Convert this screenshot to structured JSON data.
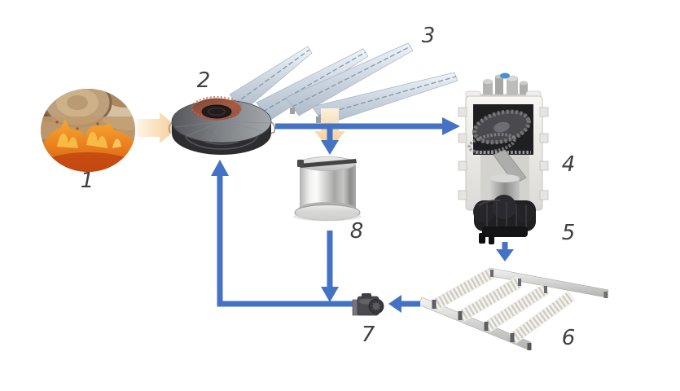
{
  "diagram": {
    "kind": "process-flow-diagram",
    "background_color": "#ffffff",
    "flow_arrow_color": "#4472c4",
    "heat_arrow_color": "#f6cd94",
    "label_color": "#3f3f3f",
    "components": [
      {
        "label": "1",
        "name": "biomass-combustion-photo"
      },
      {
        "label": "2",
        "name": "burner-heat-exchanger"
      },
      {
        "label": "3",
        "name": "solar-collector-array"
      },
      {
        "label": "4",
        "name": "stirling-engine-cutaway"
      },
      {
        "label": "5",
        "name": "generator-unit"
      },
      {
        "label": "6",
        "name": "heat-rejection-radiator"
      },
      {
        "label": "7",
        "name": "circulation-pump"
      },
      {
        "label": "8",
        "name": "storage-tank"
      }
    ],
    "flows": [
      {
        "from": "1",
        "to": "2",
        "style": "heat"
      },
      {
        "from": "3",
        "to": "8",
        "style": "heat"
      },
      {
        "from": "2",
        "to": "4",
        "style": "fluid"
      },
      {
        "from": "2",
        "to": "8",
        "style": "fluid"
      },
      {
        "from": "8",
        "to": "return-line",
        "style": "fluid"
      },
      {
        "from": "5",
        "to": "6",
        "style": "fluid"
      },
      {
        "from": "6",
        "to": "7",
        "style": "fluid"
      },
      {
        "from": "7",
        "to": "2",
        "style": "fluid"
      }
    ]
  }
}
